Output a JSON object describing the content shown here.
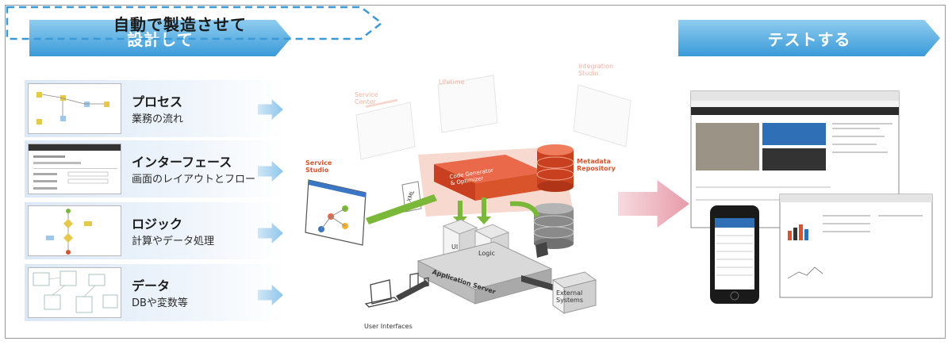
{
  "steps": {
    "design": "設計して",
    "generate": "自動で製造させて",
    "test": "テストする"
  },
  "left_rows": [
    {
      "title": "プロセス",
      "subtitle": "業務の流れ"
    },
    {
      "title": "インターフェース",
      "subtitle": "画面のレイアウトとフロー"
    },
    {
      "title": "ロジック",
      "subtitle": "計算やデータ処理"
    },
    {
      "title": "データ",
      "subtitle": "DBや変数等"
    }
  ],
  "architecture": {
    "service_center_line1": "Service",
    "service_center_line2": "Center",
    "lifetime": "Lifetime",
    "integration_line1": "Integration",
    "integration_line2": "Studio",
    "service_studio_line1": "Service",
    "service_studio_line2": "Studio",
    "code_generator": "Code Generator",
    "optimizer": "& Optimizer",
    "metadata_line1": "Metadata",
    "metadata_line2": "Repository",
    "xml": "XML",
    "ui": "UI",
    "logic": "Logic",
    "app_server": "Application Server",
    "external_line1": "External",
    "external_line2": "Systems",
    "user_interfaces": "User Interfaces"
  },
  "colors": {
    "banner_blue": "#3a9ad8",
    "dash_blue": "#3a9ad8",
    "orange_red": "#d9532b",
    "green": "#7bb83a",
    "pink_arrow": "#e79aa8"
  }
}
